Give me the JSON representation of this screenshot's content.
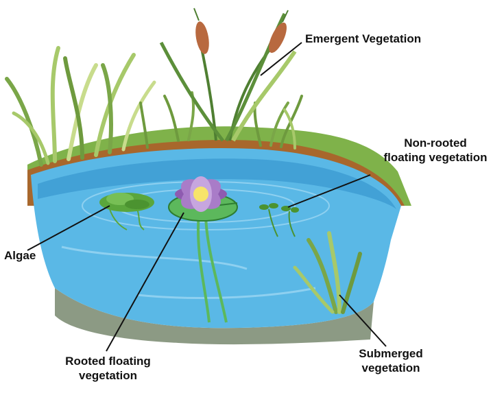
{
  "labels": {
    "emergent": "Emergent Vegetation",
    "nonrooted_line1": "Non-rooted",
    "nonrooted_line2": "floating vegetation",
    "algae": "Algae",
    "rooted_line1": "Rooted floating",
    "rooted_line2": "vegetation",
    "submerged_line1": "Submerged",
    "submerged_line2": "vegetation"
  },
  "colors": {
    "water": "#5ab8e6",
    "water_dark": "#2f8ec8",
    "soil": "#a8672c",
    "grass": "#7fb24a",
    "sediment": "#8c9a84",
    "cattail": "#b8693f",
    "lily_petal": "#8e5bb0",
    "lily_pad": "#5cb85c",
    "algae": "#5aa63c"
  }
}
